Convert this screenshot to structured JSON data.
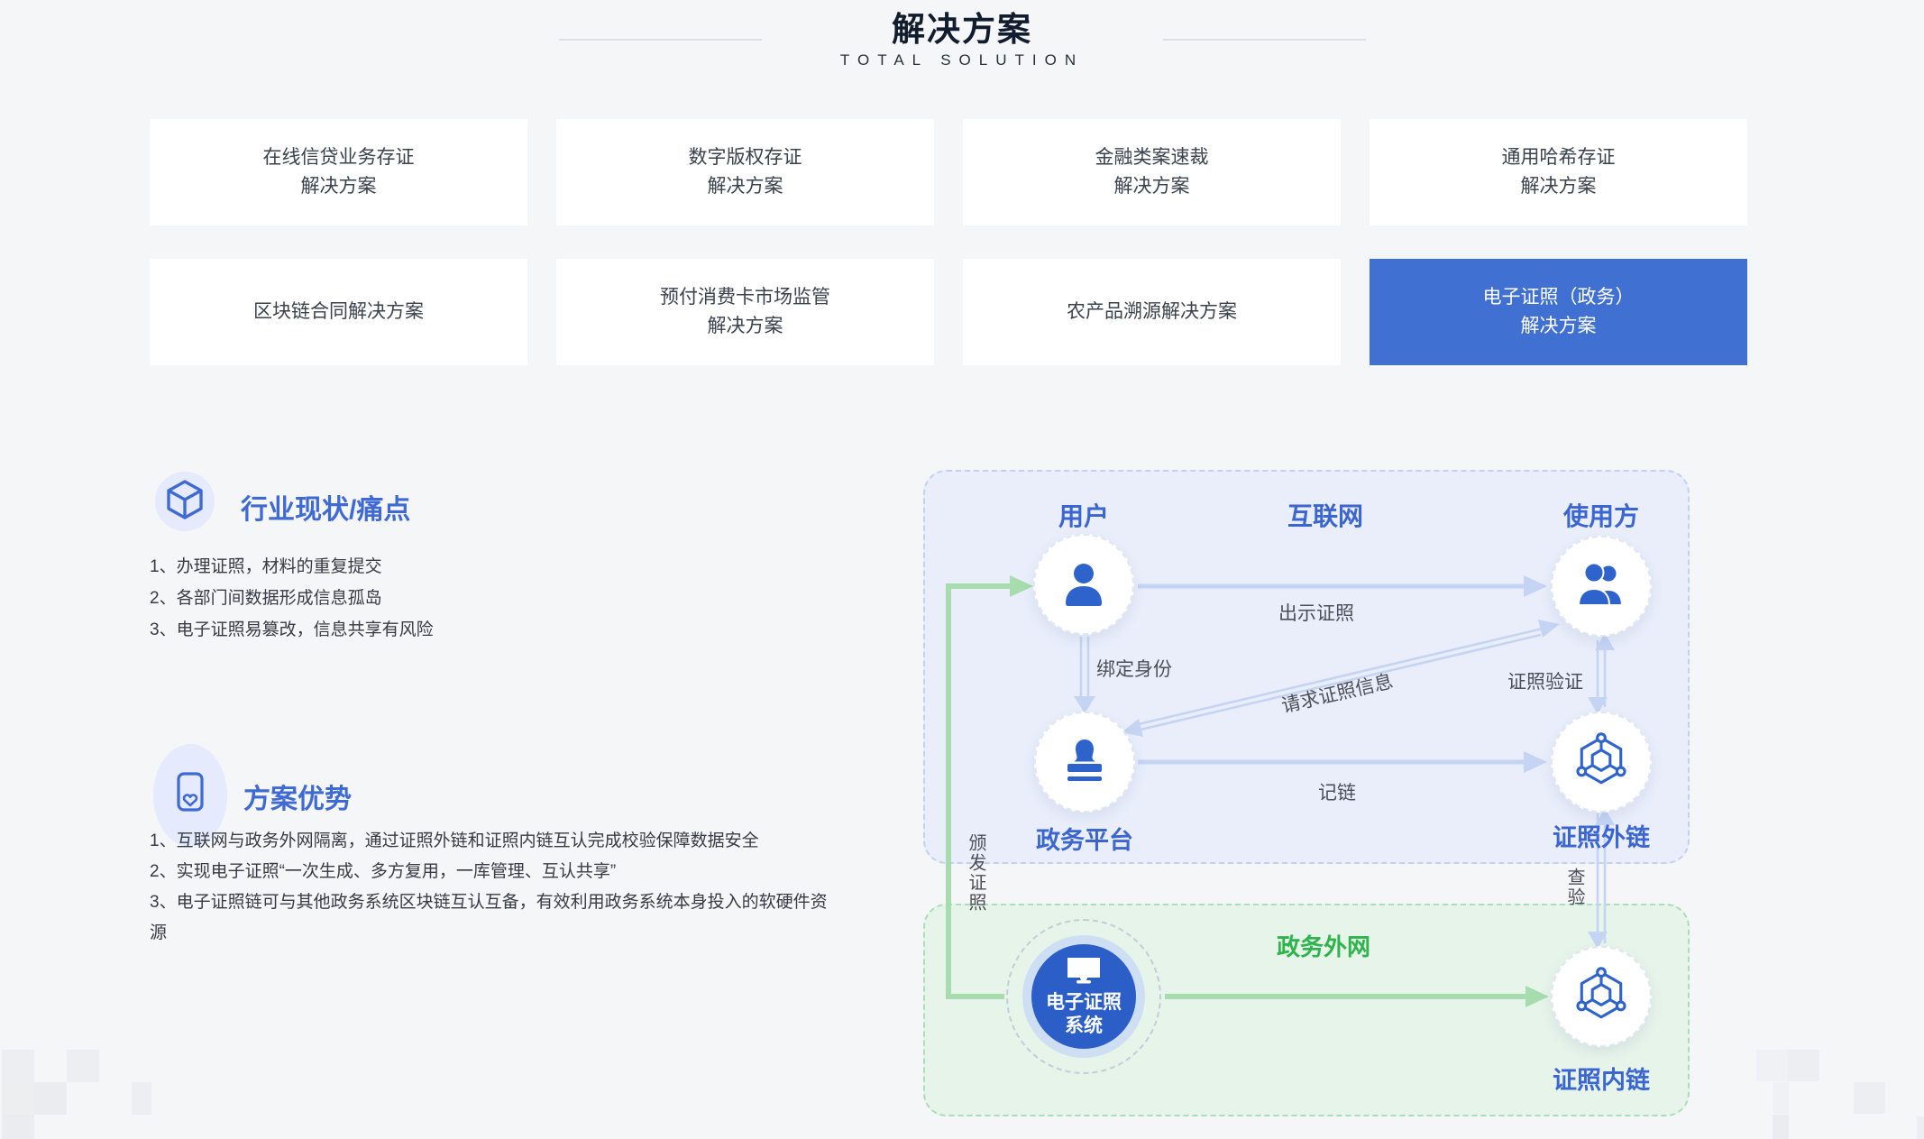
{
  "header": {
    "title": "解决方案",
    "subtitle": "TOTAL SOLUTION"
  },
  "solution_cards": [
    {
      "label": "在线信贷业务存证\n解决方案",
      "active": false
    },
    {
      "label": "数字版权存证\n解决方案",
      "active": false
    },
    {
      "label": "金融类案速裁\n解决方案",
      "active": false
    },
    {
      "label": "通用哈希存证\n解决方案",
      "active": false
    },
    {
      "label": "区块链合同解决方案",
      "active": false
    },
    {
      "label": "预付消费卡市场监管\n解决方案",
      "active": false
    },
    {
      "label": "农产品溯源解决方案",
      "active": false
    },
    {
      "label": "电子证照（政务）\n解决方案",
      "active": true
    }
  ],
  "pain_points": {
    "heading": "行业现状/痛点",
    "items": [
      "1、办理证照，材料的重复提交",
      "2、各部门间数据形成信息孤岛",
      "3、电子证照易篡改，信息共享有风险"
    ]
  },
  "advantages": {
    "heading": "方案优势",
    "items": [
      "1、互联网与政务外网隔离，通过证照外链和证照内链互认完成校验保障数据安全",
      "2、实现电子证照“一次生成、多方复用，一库管理、互认共享”",
      "3、电子证照链可与其他政务系统区块链互认互备，有效利用政务系统本身投入的软硬件资源"
    ]
  },
  "diagram": {
    "zones": {
      "internet": "互联网",
      "gov_extranet": "政务外网"
    },
    "nodes": {
      "user": "用户",
      "consumer": "使用方",
      "gov_platform": "政务平台",
      "cert_outer_chain": "证照外链",
      "cert_inner_chain": "证照内链",
      "ecert_system": "电子证照\n系统"
    },
    "edges": {
      "show_cert": "出示证照",
      "bind_identity": "绑定身份",
      "request_cert_info": "请求证照信息",
      "cert_verify": "证照验证",
      "record_chain": "记链",
      "issue_cert": "颁发证照",
      "check": "查验"
    }
  },
  "colors": {
    "active_card_blue": "#4070d2",
    "heading_blue": "#3f6ad4",
    "node_icon_blue": "#2f63cc",
    "extranet_green": "#2fb34c",
    "panel_internet_bg": "#e9eefa",
    "panel_extranet_bg": "#e7f4ea",
    "arrow_blue": "#c5d4f3",
    "arrow_green": "#a7dcae"
  }
}
